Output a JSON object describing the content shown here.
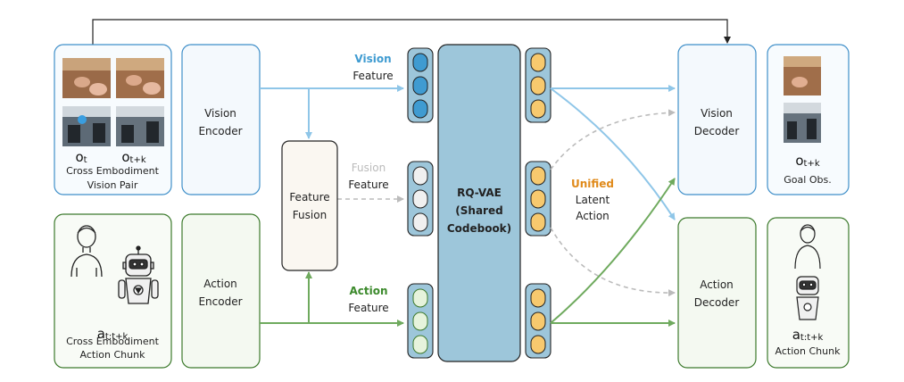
{
  "colors": {
    "vision_blue": "#8fc6e8",
    "vision_border": "#3f8fc9",
    "vision_fill": "#f4f9fd",
    "action_green": "#6faa5e",
    "action_border": "#3c7a2c",
    "action_fill": "#f4f9f1",
    "fusion_gray": "#bbbbbb",
    "rqvae_fill": "#9dc6da",
    "token_orange": "#f7c96e",
    "unified_orange": "#e08a1a",
    "vision_word": "#3f9bd1",
    "action_word": "#3c8a2c"
  },
  "input_vision": {
    "label_ot": "o",
    "sub_ot": "t",
    "label_otk": "o",
    "sub_otk": "t+k",
    "caption_line1": "Cross Embodiment",
    "caption_line2": "Vision Pair"
  },
  "input_action": {
    "label_a": "a",
    "sub_a": "t:t+k",
    "caption_line1": "Cross Embodiment",
    "caption_line2": "Action Chunk"
  },
  "encoders": {
    "vision_line1": "Vision",
    "vision_line2": "Encoder",
    "action_line1": "Action",
    "action_line2": "Encoder"
  },
  "fusion": {
    "line1": "Feature",
    "line2": "Fusion"
  },
  "features": {
    "vision_word": "Vision",
    "fusion_word": "Fusion",
    "action_word": "Action",
    "feature_word": "Feature"
  },
  "rqvae": {
    "line1": "RQ-VAE",
    "line2": "(Shared",
    "line3": "Codebook)"
  },
  "latent": {
    "line1": "Unified",
    "line2": "Latent",
    "line3": "Action"
  },
  "decoders": {
    "vision_line1": "Vision",
    "vision_line2": "Decoder",
    "action_line1": "Action",
    "action_line2": "Decoder"
  },
  "output_vision": {
    "label": "o",
    "sub": "t+k",
    "caption": "Goal Obs."
  },
  "output_action": {
    "label": "a",
    "sub": "t:t+k",
    "caption": "Action Chunk"
  }
}
